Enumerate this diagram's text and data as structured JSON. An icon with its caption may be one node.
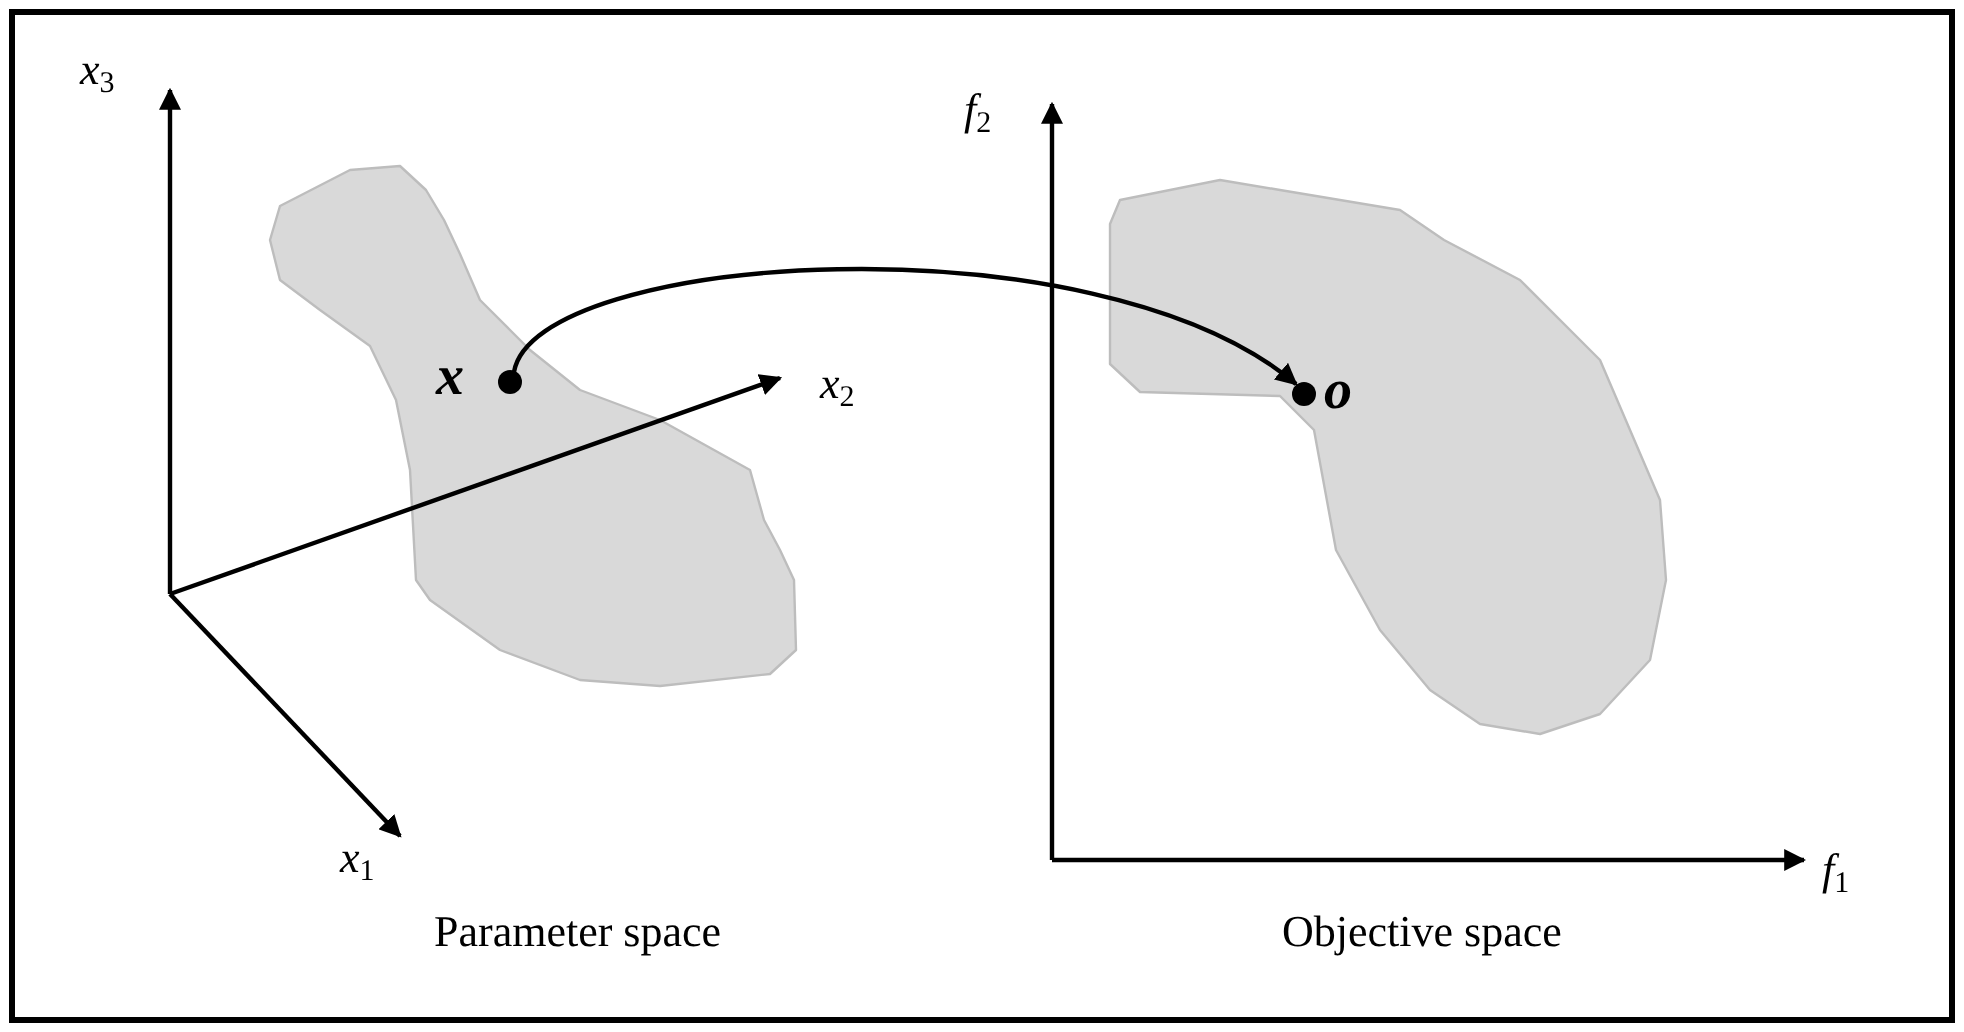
{
  "diagram": {
    "nodes": [
      {
        "text": [],
        "shape": "circle",
        "beside": [
          "x"
        ]
      },
      {
        "text": [],
        "shape": "circle",
        "beside": [
          "o"
        ]
      }
    ],
    "edges": [
      {
        "from": 0,
        "to": 1,
        "arrow": "to"
      }
    ],
    "labels": [
      "*x*$_{3}$",
      "*f*$_{2}$",
      "*x*$_{2}$",
      "*x*$_{1}$",
      "*f*$_{1}$",
      "Parameter space",
      "Objective space"
    ]
  }
}
